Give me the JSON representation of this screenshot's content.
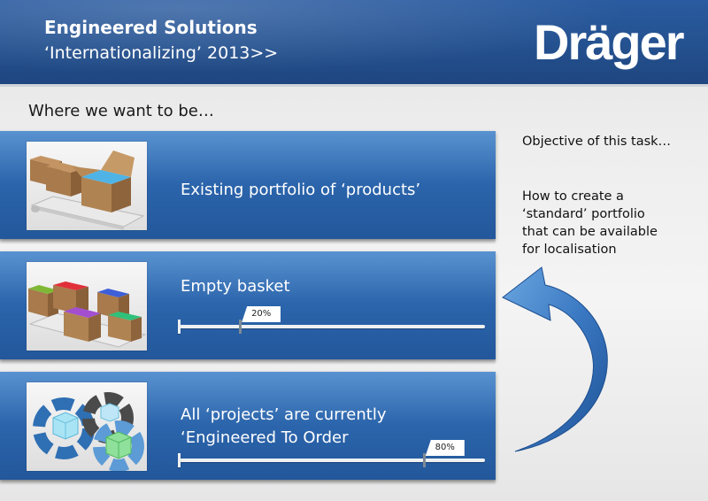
{
  "header": {
    "title": "Engineered Solutions",
    "subtitle": "‘Internationalizing’ 2013>>",
    "logo_text": "Dräger"
  },
  "section_heading": "Where we want to be…",
  "panels": [
    {
      "text": "Existing portfolio of ‘products’",
      "image": "conveyor-boxes-image"
    },
    {
      "text": "Empty basket",
      "image": "colored-boxes-image",
      "progress": {
        "label": "20%",
        "value": 0.2
      }
    },
    {
      "line1": "All ‘projects’ are currently",
      "line2": "‘Engineered To Order",
      "image": "gear-cubes-image",
      "progress": {
        "label": "80%",
        "value": 0.8
      }
    }
  ],
  "objective": {
    "heading": "Objective of this task…",
    "lines": [
      "How to create a",
      "‘standard’ portfolio",
      "that can be available",
      "for localisation"
    ]
  },
  "colors": {
    "header_blue": "#24518f",
    "panel_blue": "#2c66ad",
    "arrow_blue": "#3a78c2"
  }
}
